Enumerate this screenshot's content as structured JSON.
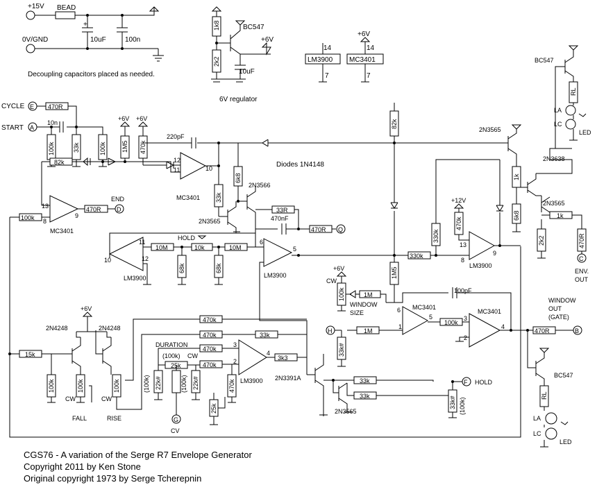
{
  "power": {
    "v15": "+15V",
    "gnd": "0V/GND",
    "bead": "BEAD",
    "c1": "10uF",
    "c2": "100n",
    "plus": "+",
    "decoupling_note": "Decoupling capacitors placed as needed."
  },
  "regulator": {
    "r_top": "1k8",
    "r_bot": "2k2",
    "transistor": "BC547",
    "out": "+6V",
    "cap": "10uF",
    "caption": "6V regulator"
  },
  "ics": {
    "lm3900": {
      "pin_top": "14",
      "label": "LM3900",
      "pin_bot": "7"
    },
    "mc3401": {
      "rail": "+6V",
      "pin_top": "14",
      "label": "MC3401",
      "pin_bot": "7"
    }
  },
  "inputs": {
    "cycle": {
      "label": "CYCLE",
      "letter": "E"
    },
    "start": {
      "label": "START",
      "letter": "A"
    },
    "end": {
      "label": "END",
      "letter": "D"
    },
    "q": {
      "letter": "Q"
    },
    "h": {
      "letter": "H"
    },
    "g": {
      "letter": "G",
      "label": "CV"
    },
    "f": {
      "letter": "F",
      "label": "HOLD"
    },
    "c": {
      "letter": "C",
      "label1": "ENV.",
      "label2": "OUT"
    },
    "b": {
      "letter": "B",
      "label1": "WINDOW",
      "label2": "OUT",
      "label3": "(GATE)"
    }
  },
  "parts": {
    "r470_cycle": "470R",
    "c10n": "10n",
    "r100k_a": "100k",
    "r33k_a": "33k",
    "r100k_b": "100k",
    "plus6_a": "+6V",
    "plus6_b": "+6V",
    "r1m5_a": "1M5",
    "r470k_a": "470k",
    "c220p": "220pF",
    "pin12": "12",
    "pin11": "11",
    "pin10": "10",
    "ic_mc3401_a": "MC3401",
    "r82k_a": "82k",
    "pin13": "13",
    "pin8": "8",
    "pin9": "9",
    "r100k_fb": "100k",
    "r470_end": "470R",
    "ic_mc3401_b": "MC3401",
    "r33k_b": "33k",
    "r6k8_a": "6k8",
    "t2n3566": "2N3566",
    "t2n3565_a": "2N3565",
    "r33r": "33R",
    "c470n": "470nF",
    "r470_q": "470R",
    "diodes": "Diodes 1N4148",
    "r82k_b": "82k",
    "hold": "HOLD",
    "p11": "11",
    "p10": "10",
    "p12": "12",
    "r10m_a": "10M",
    "r10k": "10k",
    "r10m_b": "10M",
    "r68k_a": "68k",
    "r68k_b": "68k",
    "ic_lm3900_a": "LM3900",
    "p6": "6",
    "p5": "5",
    "ic_lm3900_b": "LM3900",
    "r330k_a": "330k",
    "r470k_b": "470k",
    "plus12": "+12V",
    "p13b": "13",
    "p8b": "8",
    "p9b": "9",
    "r330k_b": "330k",
    "ic_lm3900_c": "LM3900",
    "t2n3565_b": "2N3565",
    "r1k_a": "1k",
    "r6k8_b": "6k8",
    "t2n3638": "2N3638",
    "t2n3565_c": "2N3565",
    "r1k_b": "1k",
    "r2k2": "2k2",
    "r470r_c": "470R",
    "t_bc547_a": "BC547",
    "rl_a": "RL",
    "la_a": "LA",
    "lc_a": "LC",
    "led_a": "LED",
    "r1m5_b": "1M5",
    "plus6_c": "+6V",
    "cw_a": "CW",
    "r100k_ws": "100k",
    "r1m_a": "1M",
    "window_size1": "WINDOW",
    "window_size2": "SIZE",
    "c100p": "100pF",
    "ic_mc3401_c": "MC3401",
    "p6c": "6",
    "p5c": "5",
    "p1c": "1",
    "ic_mc3401_d": "MC3401",
    "p3d": "3",
    "p2d": "2",
    "p4d": "4",
    "r1m_b": "1M",
    "r100k_d": "100k",
    "r33k_h": "33k#",
    "r470_b": "470R",
    "plus6_d": "+6V",
    "t2n4248_a": "2N4248",
    "t2n4248_b": "2N4248",
    "r15k": "15k",
    "r100k_e": "100k",
    "r100k_fall": "100k",
    "r100k_rise": "100k",
    "cw_fall": "CW",
    "cw_rise": "CW",
    "fall": "FALL",
    "rise": "RISE",
    "r470k_c": "470k",
    "r470k_d": "470k",
    "r470k_e": "470k",
    "r470k_f": "470k",
    "r33k_c": "33k",
    "duration": "DURATION",
    "r100k_par": "(100k)",
    "cw_d": "CW",
    "r25k": "25k",
    "p3e": "3",
    "p2e": "2",
    "p4e": "4",
    "r3k3": "3k3",
    "ic_lm3900_d": "LM3900",
    "r100k_p1": "(100k)",
    "r22k_a": "22k#",
    "r100k_p2": "(100k)",
    "r22k_b": "22k#",
    "r470k_g": "470k",
    "r25k_b": "25k",
    "t2n3391a": "2N3391A",
    "r33k_d": "33k",
    "r33k_e": "33k",
    "t2n3565_d": "2N3565",
    "r33k_f": "33k#",
    "r100k_p3": "(100k)",
    "t_bc547_b": "BC547",
    "rl_b": "RL",
    "la_b": "LA",
    "lc_b": "LC",
    "led_b": "LED"
  },
  "credits": {
    "line1": "CGS76 - A variation of the Serge R7 Envelope Generator",
    "line2": "Copyright 2011 by Ken Stone",
    "line3": "Original copyright 1973 by Serge Tcherepnin"
  }
}
